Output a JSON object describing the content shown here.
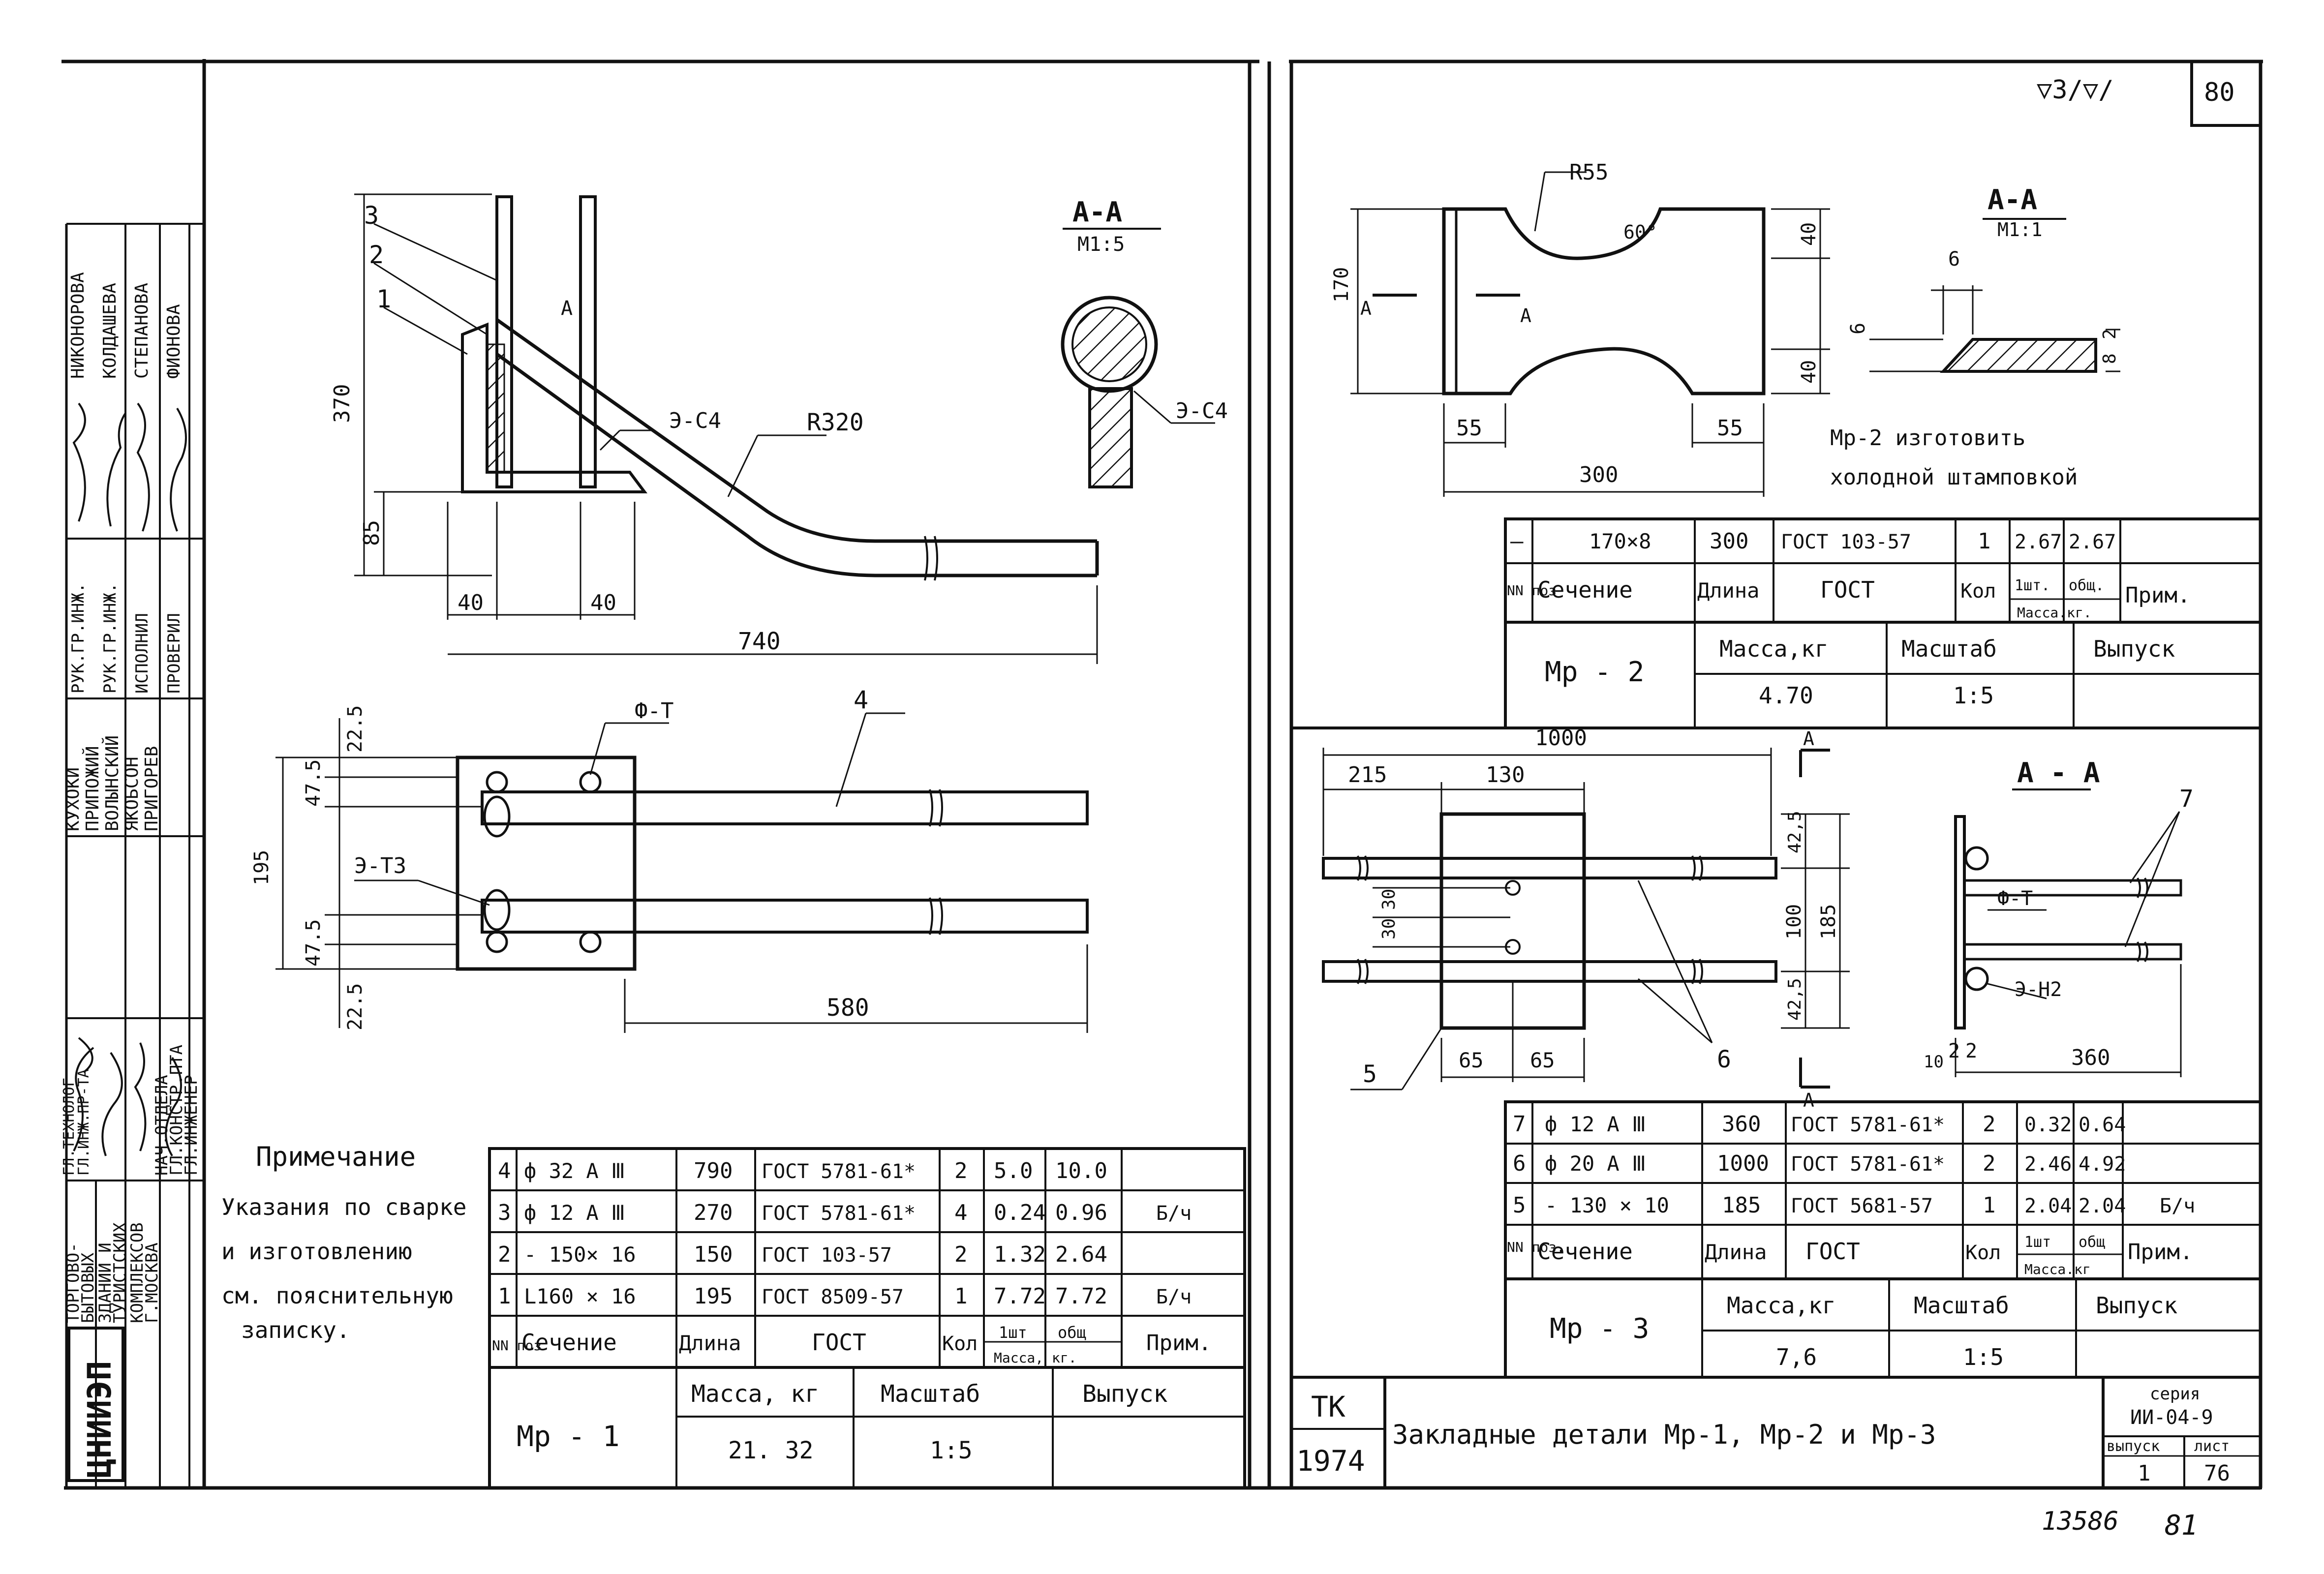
{
  "corner_marks": {
    "roughness": "▽3/▽/",
    "page": "80"
  },
  "sidebar": {
    "org_lines": [
      "ТОРГОВО-",
      "БЫТОВЫХ",
      "ЗДАНИЙ И",
      "ТУРИСТСКИХ",
      "КОМПЛЕКСОВ",
      "Г.МОСКВА"
    ],
    "logo": "ЦНИИЭП",
    "groups": [
      {
        "role": "НАЧ.ОТДЕЛА",
        "name": "КУХОКИ"
      },
      {
        "role": "ГЛ.КОНСТР.ПТА",
        "name": "ПРИПОЖИЙ"
      },
      {
        "role": "ГЛ.ИНЖЕНЕР",
        "name": "ВОЛЫНСКИЙ"
      },
      {
        "role": "ГЛ.ТЕХНОЛОГ",
        "name": "ЯКОБСОН"
      },
      {
        "role": "ГЛ.ИНЖ.ПР-ТА",
        "name": "ПРИГОРЕВ"
      },
      {
        "role": "РУК.ГР.ИНЖ.",
        "name": "НИКОНОРОВА"
      },
      {
        "role": "РУК.ГР.ИНЖ.",
        "name": "КОЛДАШЕВА"
      },
      {
        "role": "ИСПОЛНИЛ",
        "name": "СТЕПАНОВА"
      },
      {
        "role": "ПРОВЕРИЛ",
        "name": "ФИОНОВА"
      }
    ]
  },
  "mp1": {
    "drawing": {
      "callouts": [
        "3",
        "2",
        "1",
        "4"
      ],
      "dims": {
        "height_370": "370",
        "h85": "85",
        "d40a": "40",
        "d40b": "40",
        "len740": "740",
        "w22_5a": "22.5",
        "w47_5a": "47.5",
        "w195": "195",
        "w47_5b": "47.5",
        "w22_5b": "22.5",
        "len580": "580"
      },
      "labels": {
        "a_mark": "A",
        "weld_c4": "Э-С4",
        "radius": "R320",
        "phi_t": "Ф-Т",
        "weld_t3": "Э-Т3"
      },
      "section": {
        "title": "А-А",
        "scale": "М1:5",
        "weld": "Э-С4"
      }
    },
    "note": {
      "title": "Примечание",
      "lines": [
        "Указания по сварке",
        "и изготовлению",
        "см. пояснительную",
        "записку."
      ]
    },
    "spec_rows": [
      {
        "pos": "4",
        "section": "ф 32 А Ⅲ",
        "length": "790",
        "gost": "ГОСТ 5781-61*",
        "qty": "2",
        "m1": "5.0",
        "m_total": "10.0",
        "note": ""
      },
      {
        "pos": "3",
        "section": "ф 12 А Ⅲ",
        "length": "270",
        "gost": "ГОСТ 5781-61*",
        "qty": "4",
        "m1": "0.24",
        "m_total": "0.96",
        "note": "Б/ч"
      },
      {
        "pos": "2",
        "section": "- 150× 16",
        "length": "150",
        "gost": "ГОСТ 103-57",
        "qty": "2",
        "m1": "1.32",
        "m_total": "2.64",
        "note": ""
      },
      {
        "pos": "1",
        "section": "L160 × 16",
        "length": "195",
        "gost": "ГОСТ 8509-57",
        "qty": "1",
        "m1": "7.72",
        "m_total": "7.72",
        "note": "Б/ч"
      }
    ],
    "header": {
      "pos": "NN поз",
      "section": "Сечение",
      "length": "Длина",
      "gost": "ГОСТ",
      "qty": "Кол",
      "m1": "1шт",
      "m_total": "общ",
      "mass": "Масса, кг.",
      "note": "Прим."
    },
    "footer": {
      "mark": "Мр - 1",
      "mass_label": "Масса, кг",
      "mass": "21. 32",
      "scale_label": "Масштаб",
      "scale": "1:5",
      "issue_label": "Выпуск",
      "issue": ""
    }
  },
  "mp2": {
    "drawing": {
      "dims": {
        "r55": "R55",
        "angle": "60°",
        "h170": "170",
        "d40a": "40",
        "d40b": "40",
        "d55a": "55",
        "d55b": "55",
        "w300": "300"
      },
      "labels": {
        "a1": "А",
        "a2": "А"
      },
      "section": {
        "title": "А-А",
        "scale": "М1:1",
        "d6a": "6",
        "d6b": "6",
        "d8": "8",
        "d2": "2"
      },
      "note_lines": [
        "Мр-2 изготовить",
        "холодной штамповкой"
      ]
    },
    "spec_rows": [
      {
        "pos": "—",
        "section": "170×8",
        "length": "300",
        "gost": "ГОСТ 103-57",
        "qty": "1",
        "m1": "2.67",
        "m_total": "2.67",
        "note": ""
      }
    ],
    "header": {
      "pos": "NN поз",
      "section": "Сечение",
      "length": "Длина",
      "gost": "ГОСТ",
      "qty": "Кол",
      "m1": "1шт.",
      "m_total": "общ.",
      "mass": "Масса.кг.",
      "note": "Прим."
    },
    "footer": {
      "mark": "Мр - 2",
      "mass_label": "Масса,кг",
      "mass": "4.70",
      "scale_label": "Масштаб",
      "scale": "1:5",
      "issue_label": "Выпуск",
      "issue": ""
    }
  },
  "mp3": {
    "drawing": {
      "dims": {
        "w1000": "1000",
        "w215": "215",
        "w130": "130",
        "h42_5a": "42,5",
        "h100": "100",
        "h185": "185",
        "h42_5b": "42,5",
        "d30a": "30",
        "d30b": "30",
        "d65a": "65",
        "d65b": "65",
        "d10": "10",
        "d2a": "2",
        "d2b": "2",
        "w360": "360"
      },
      "labels": {
        "a1": "А",
        "a2": "А",
        "callout5": "5",
        "callout6": "6",
        "callout7": "7",
        "phi_t": "Ф-Т",
        "weld_n2": "Э-Н2"
      },
      "section_title": "А - А"
    },
    "spec_rows": [
      {
        "pos": "7",
        "section": "ф 12 А Ⅲ",
        "length": "360",
        "gost": "ГОСТ 5781-61*",
        "qty": "2",
        "m1": "0.32",
        "m_total": "0.64",
        "note": ""
      },
      {
        "pos": "6",
        "section": "ф 20 А Ⅲ",
        "length": "1000",
        "gost": "ГОСТ 5781-61*",
        "qty": "2",
        "m1": "2.46",
        "m_total": "4.92",
        "note": ""
      },
      {
        "pos": "5",
        "section": "- 130 × 10",
        "length": "185",
        "gost": "ГОСТ 5681-57",
        "qty": "1",
        "m1": "2.04",
        "m_total": "2.04",
        "note": "Б/ч"
      }
    ],
    "header": {
      "pos": "NN поз.",
      "section": "Сечение",
      "length": "Длина",
      "gost": "ГОСТ",
      "qty": "Кол",
      "m1": "1шт",
      "m_total": "общ",
      "mass": "Масса.кг",
      "note": "Прим."
    },
    "footer": {
      "mark": "Мр - 3",
      "mass_label": "Масса,кг",
      "mass": "7,6",
      "scale_label": "Масштаб",
      "scale": "1:5",
      "issue_label": "Выпуск",
      "issue": ""
    }
  },
  "title_block": {
    "tk": "ТК",
    "year": "1974",
    "title": "Закладные детали Мр-1, Мр-2 и Мр-3",
    "series_label": "серия",
    "series": "ИИ-04-9",
    "issue_label": "выпуск",
    "issue": "1",
    "sheet_label": "лист",
    "sheet": "76"
  },
  "bottom_marks": {
    "archive": "13586",
    "page": "81"
  }
}
